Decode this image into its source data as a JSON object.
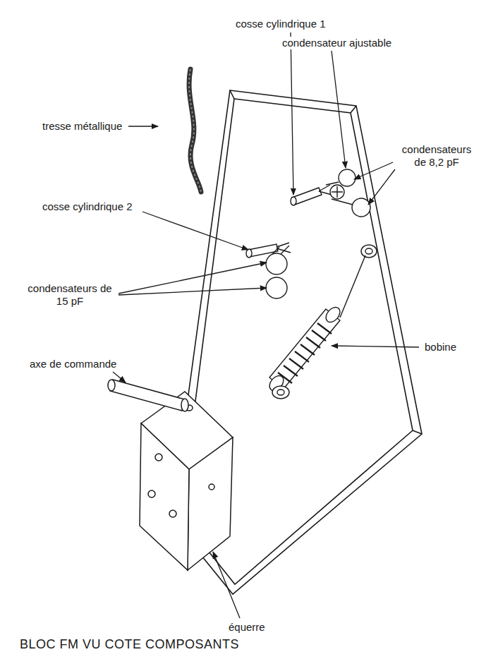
{
  "diagram": {
    "caption": "BLOC FM VU COTE COMPOSANTS",
    "labels": [
      "cosse cylindrique 1",
      "condensateur ajustable",
      "tresse métallique",
      "condensateurs de 8,2 pF",
      "cosse cylindrique 2",
      "condensateurs de 15 pF",
      "bobine",
      "axe de commande",
      "équerre"
    ]
  }
}
